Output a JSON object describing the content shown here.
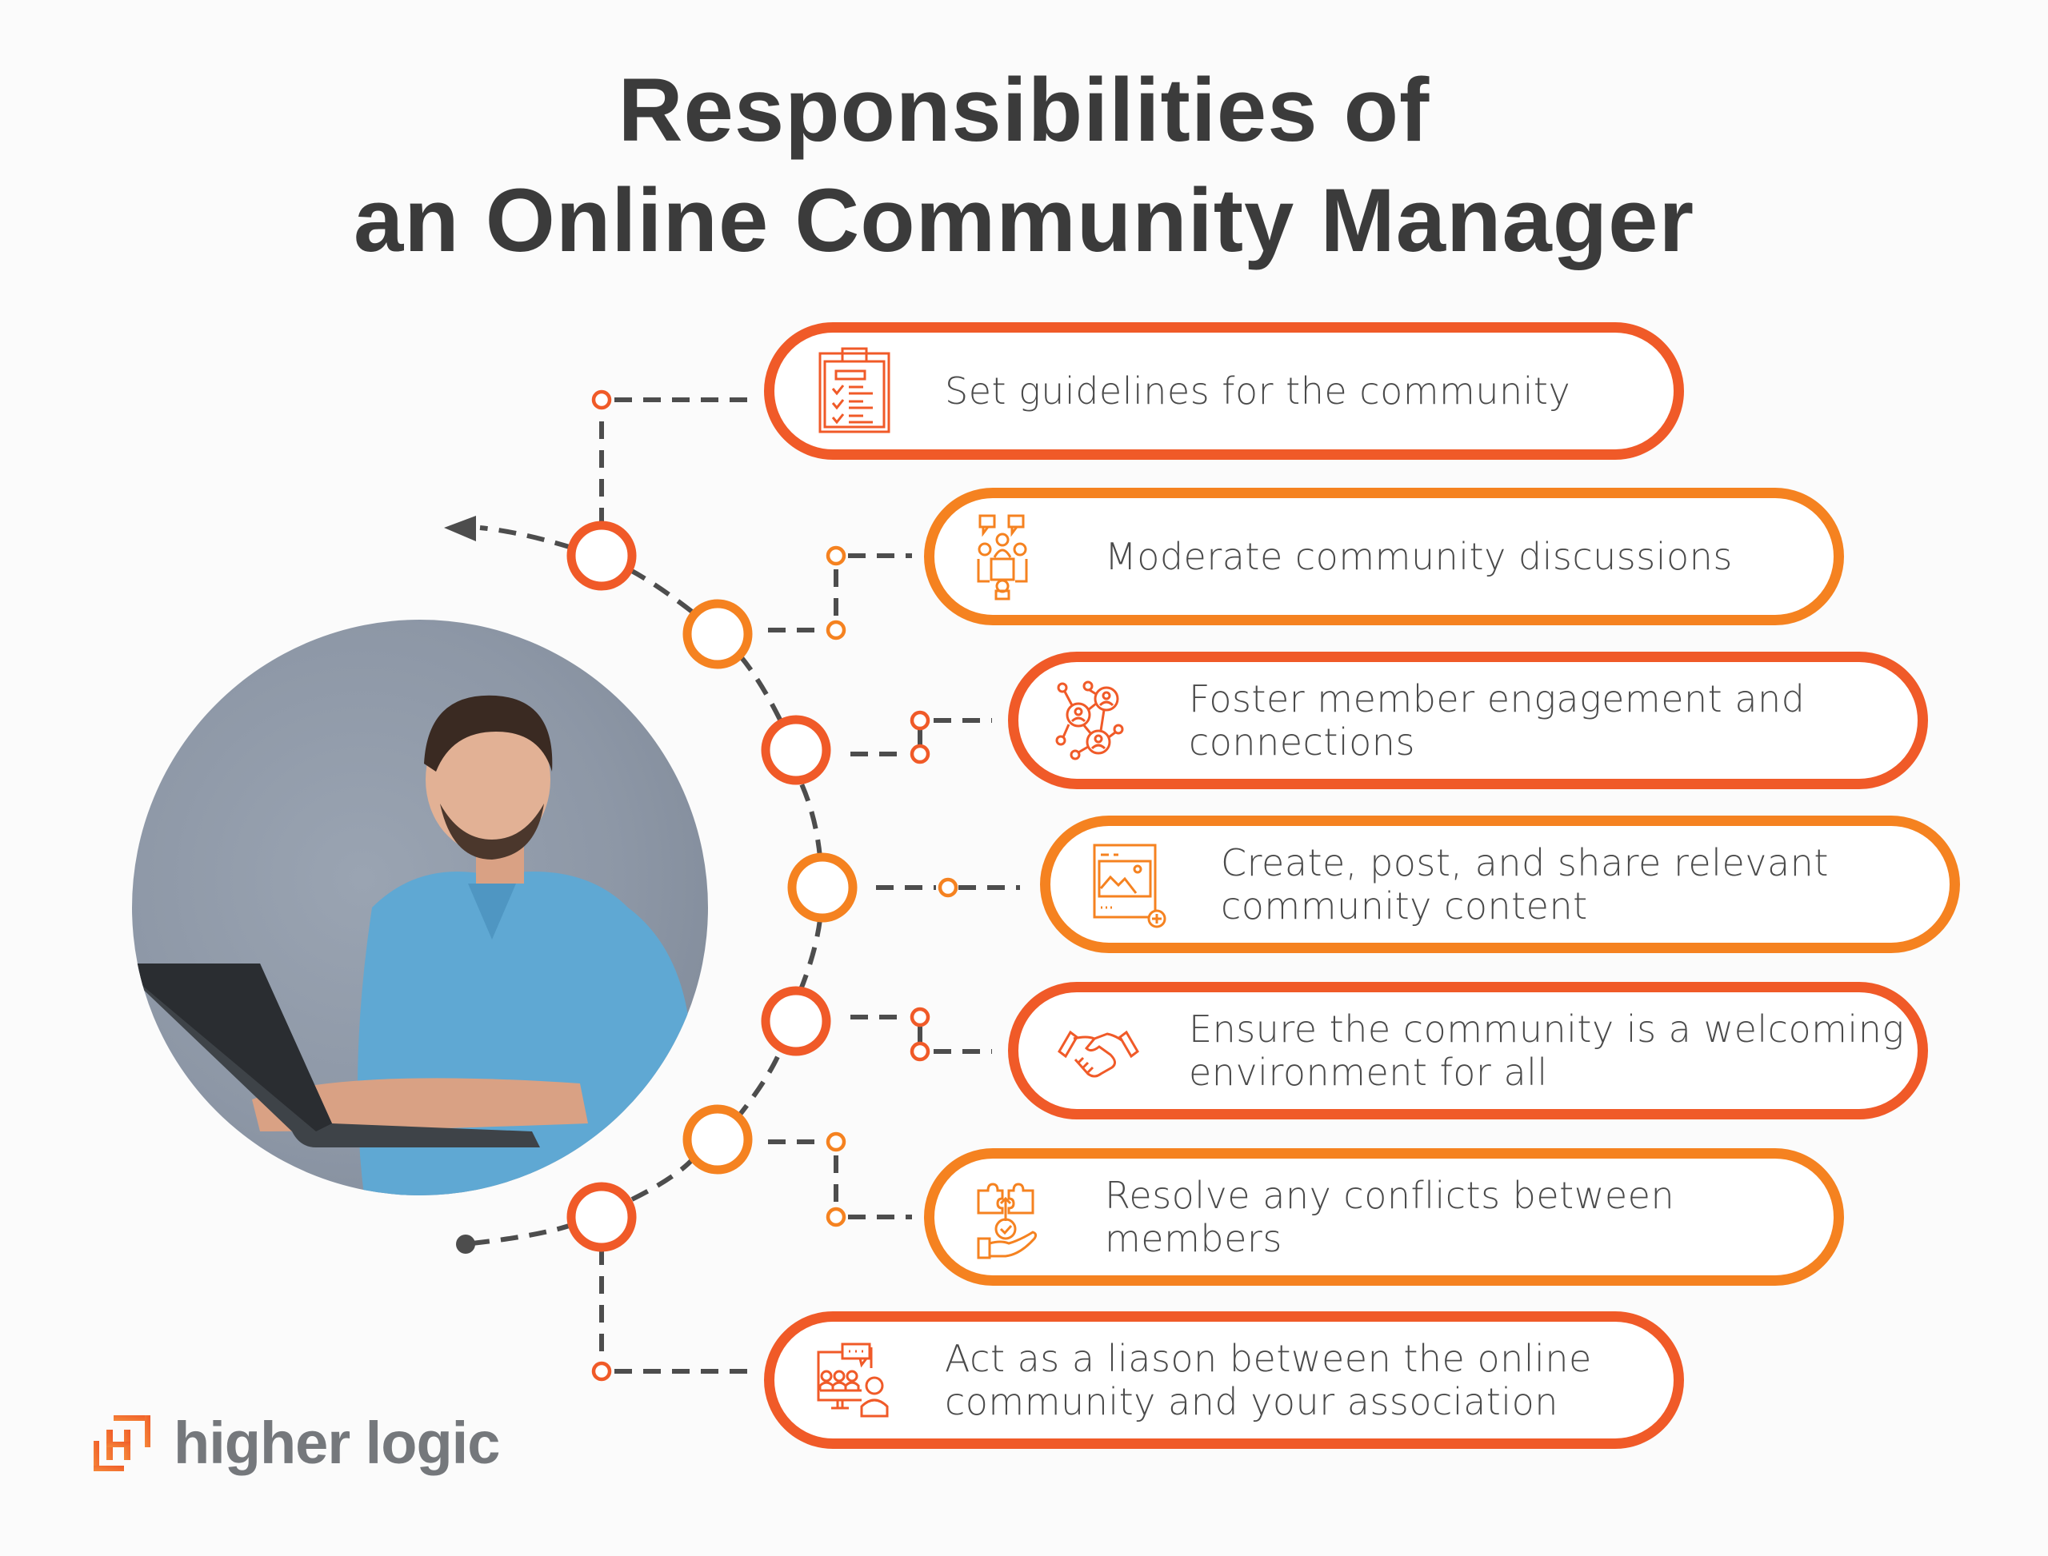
{
  "title": {
    "line1": "Responsibilities of",
    "line2": "an Online Community Manager"
  },
  "colors": {
    "red": "#f05a28",
    "orange": "#f58220",
    "text": "#4a4a4a",
    "title": "#3b3b3b",
    "connector": "#4d4d4d",
    "logo_gray": "#75787c"
  },
  "responsibilities": [
    {
      "label": "Set guidelines for the community",
      "icon": "clipboard-checklist-icon",
      "color": "red"
    },
    {
      "label": "Moderate community discussions",
      "icon": "meeting-discussion-icon",
      "color": "orange"
    },
    {
      "label": "Foster member engagement and connections",
      "icon": "network-people-icon",
      "color": "red"
    },
    {
      "label": "Create, post, and share relevant community content",
      "icon": "image-add-content-icon",
      "color": "orange"
    },
    {
      "label": "Ensure the community is a welcoming environment for all",
      "icon": "handshake-icon",
      "color": "red"
    },
    {
      "label": "Resolve any conflicts between members",
      "icon": "puzzle-hand-resolve-icon",
      "color": "orange"
    },
    {
      "label": "Act as a liason between the online community and your association",
      "icon": "presentation-liaison-icon",
      "color": "red"
    }
  ],
  "photo": {
    "description": "Smiling man in denim shirt typing on laptop"
  },
  "logo": {
    "text": "higher logic",
    "icon": "higher-logic-h-icon"
  }
}
